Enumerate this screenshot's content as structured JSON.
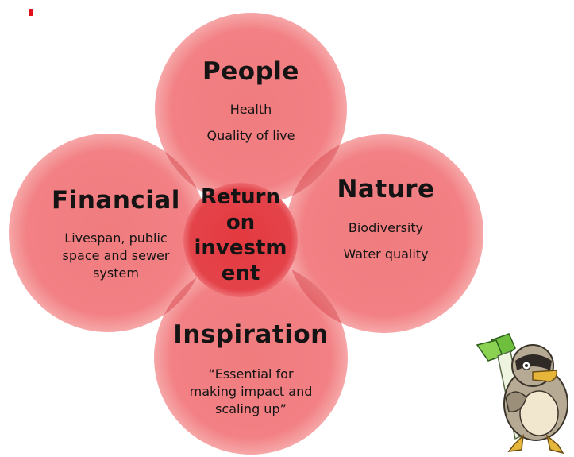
{
  "colors": {
    "circle_fill": "#f07c7e",
    "circle_edge": "#f4a1a2",
    "overlap_fill": "#d9393e",
    "center_fill": "#e33c43",
    "marker": "#e0101c"
  },
  "diagram": {
    "people": {
      "title": "People",
      "lines": [
        "Health",
        "Quality of live"
      ]
    },
    "financial": {
      "title": "Financial",
      "lines": [
        "Livespan, public",
        "space and sewer",
        "system"
      ]
    },
    "nature": {
      "title": "Nature",
      "lines": [
        "Biodiversity",
        "Water quality"
      ]
    },
    "inspiration": {
      "title": "Inspiration",
      "lines": [
        "“Essential for",
        "making impact and",
        "scaling up”"
      ]
    },
    "center": {
      "lines": [
        "Return",
        "on",
        "investm",
        "ent"
      ]
    }
  },
  "mascot": {
    "icon": "duck-with-leek-icon"
  }
}
